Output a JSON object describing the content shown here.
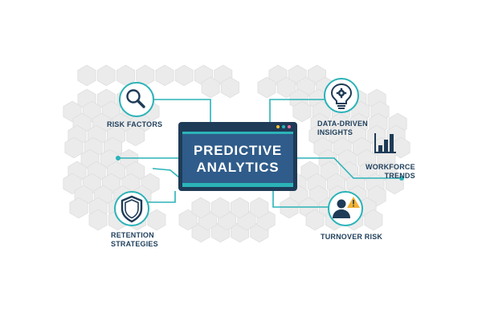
{
  "center": {
    "line1": "PREDICTIVE",
    "line2": "ANALYTICS"
  },
  "nodes": {
    "risk_factors": {
      "lines": [
        "RISK FACTORS"
      ],
      "icon": "magnifier-icon"
    },
    "data_driven_insights": {
      "lines": [
        "DATA-DRIVEN",
        "INSIGHTS"
      ],
      "icon": "lightbulb-gear-icon"
    },
    "workforce_trends": {
      "lines": [
        "WORKFORCE",
        "TRENDS"
      ],
      "icon": "bar-chart-icon"
    },
    "retention_strategies": {
      "lines": [
        "RETENTION",
        "STRATEGIES"
      ],
      "icon": "shield-icon"
    },
    "turnover_risk": {
      "lines": [
        "TURNOVER RISK"
      ],
      "icon": "person-warning-icon"
    }
  },
  "colors": {
    "navy": "#1e3b57",
    "panel_blue": "#2f5c8a",
    "teal": "#2bb3b8",
    "hex_fill": "#ebebeb",
    "hex_stroke": "#dedede",
    "warning": "#f2b233",
    "dot_yellow": "#f2c230",
    "dot_pink": "#e86e9a"
  }
}
